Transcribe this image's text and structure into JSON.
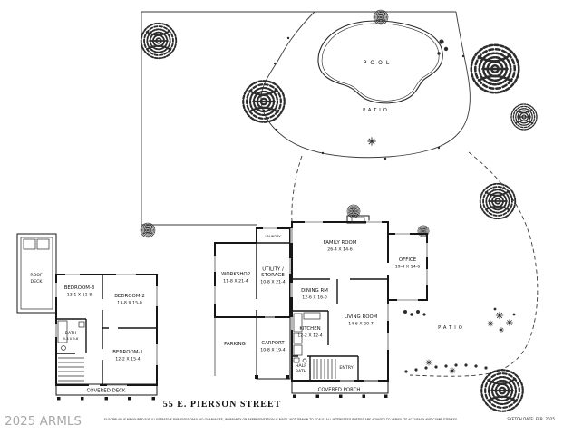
{
  "site": {
    "pool_label": "POOL",
    "patio_label": "PATIO"
  },
  "house": {
    "family_room": {
      "name": "FAMILY ROOM",
      "dims": "26-4 X 14-6"
    },
    "office": {
      "name": "OFFICE",
      "dims": "19-4 X 14-6"
    },
    "dining_room": {
      "name": "DINING RM",
      "dims": "12-6 X 16-0"
    },
    "living_room": {
      "name": "LIVING ROOM",
      "dims": "14-6 X 20-7"
    },
    "kitchen": {
      "name": "KITCHEN",
      "dims": "12-2 X 12-4"
    },
    "half_bath": {
      "line1": "HALF",
      "line2": "BATH"
    },
    "entry": {
      "name": "ENTRY"
    },
    "covered_porch": {
      "name": "COVERED PORCH"
    }
  },
  "outbuilding": {
    "workshop": {
      "name": "WORKSHOP",
      "dims": "11-8 X 21-4"
    },
    "utility_storage": {
      "line1": "UTILITY /",
      "line2": "STORAGE",
      "dims": "10-8 X 21-4"
    },
    "laundry": {
      "name": "LAUNDRY"
    },
    "carport": {
      "name": "CARPORT",
      "dims": "10-8 X 19-4"
    },
    "parking": {
      "name": "PARKING"
    }
  },
  "bedroom_wing": {
    "bedroom1": {
      "name": "BEDROOM-1",
      "dims": "12-2 X 15-4"
    },
    "bedroom2": {
      "name": "BEDROOM-2",
      "dims": "13-8 X 15-0"
    },
    "bedroom3": {
      "name": "BEDROOM-3",
      "dims": "13-1 X 11-8"
    },
    "bath": {
      "name": "BATH",
      "dims": "5-4 X 9-8"
    },
    "covered_deck": {
      "name": "COVERED DECK"
    },
    "roof_deck": {
      "line1": "ROOF",
      "line2": "DECK"
    }
  },
  "footer": {
    "address": "55 E. PIERSON STREET",
    "disclaimer": "FLOORPLAN IS MEASURED FOR ILLUSTRATIVE PURPOSES ONLY. NO GUARANTEE, WARRANTY OR REPRESENTATION IS MADE. NOT DRAWN TO SCALE. ALL INTERESTED PARTIES ARE ADVISED TO VERIFY ITS ACCURACY AND COMPLETENESS.",
    "sketch_date": "SKETCH DATE:  FEB. 2025",
    "watermark": "2025 ARMLS"
  },
  "colors": {
    "ink": "#161616",
    "watermark": "#a8a8a8"
  }
}
